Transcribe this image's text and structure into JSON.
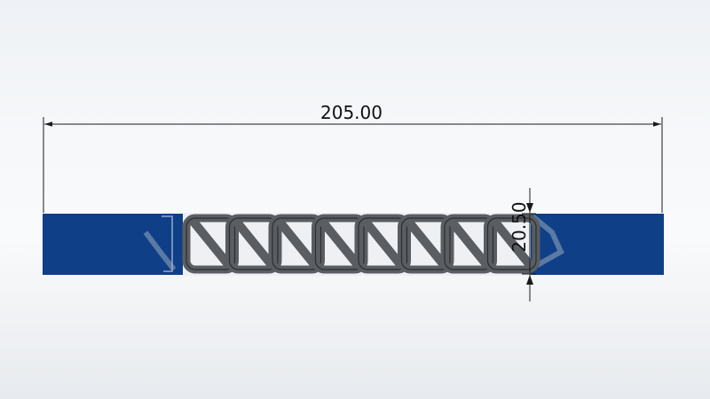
{
  "dimensions": {
    "overall_length": "205.00",
    "height": "20.50"
  },
  "part": {
    "end_block_color": "#0f3f86",
    "chain_link_color": "#5a5e63",
    "chain_link_count": 8
  },
  "colors": {
    "dimension_line": "#1a1a1a",
    "background": "#f4f6f8"
  }
}
